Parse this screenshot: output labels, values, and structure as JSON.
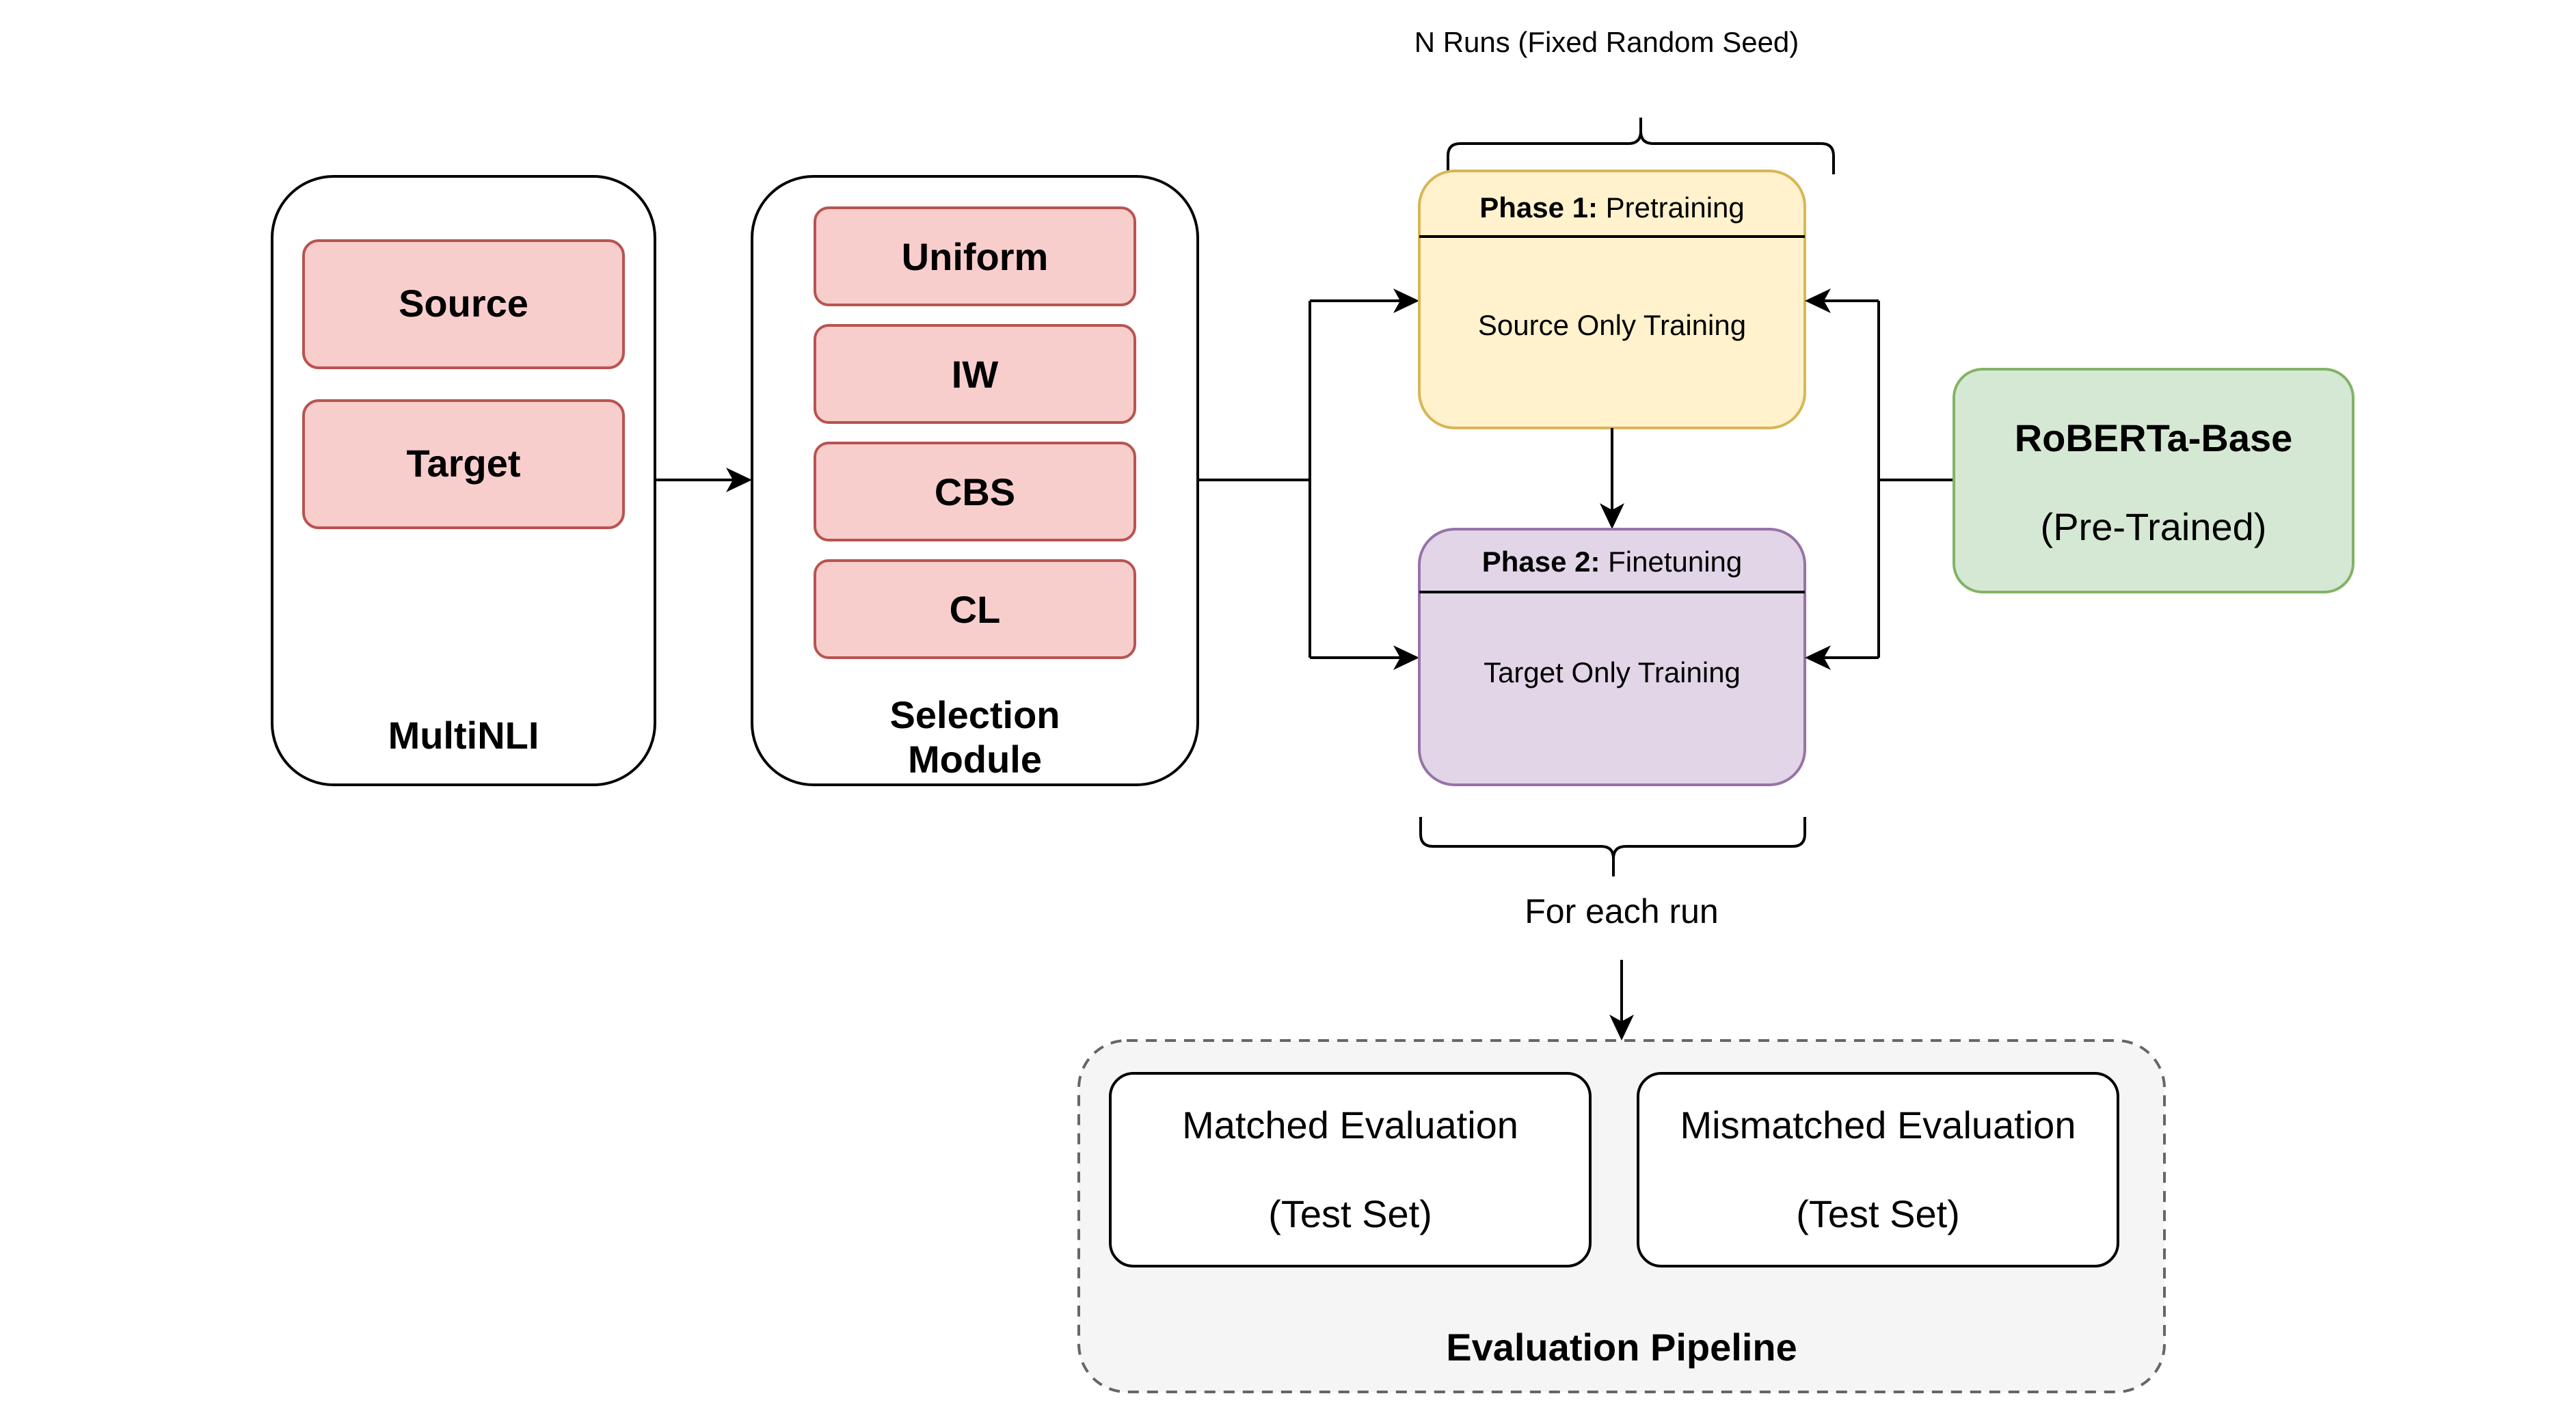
{
  "colors": {
    "red_fill": "#f8cecc",
    "red_stroke": "#b85450",
    "yellow_fill": "#fff2cc",
    "yellow_stroke": "#d6b656",
    "purple_fill": "#e1d5e7",
    "purple_stroke": "#9673a6",
    "green_fill": "#d5e8d4",
    "green_stroke": "#82b366",
    "pipeline_fill": "#f5f5f5",
    "pipeline_stroke": "#666666",
    "line": "#000000"
  },
  "top_brace_label": "N Runs (Fixed Random Seed)",
  "bottom_brace_label": "For each run",
  "multinli": {
    "label": "MultiNLI",
    "items": [
      "Source",
      "Target"
    ]
  },
  "selection_module": {
    "label_line1": "Selection",
    "label_line2": "Module",
    "items": [
      "Uniform",
      "IW",
      "CBS",
      "CL"
    ]
  },
  "phase1": {
    "title_bold": "Phase 1:",
    "title_rest": " Pretraining",
    "body": "Source Only Training"
  },
  "phase2": {
    "title_bold": "Phase 2:",
    "title_rest": " Finetuning",
    "body": "Target Only Training"
  },
  "roberta": {
    "title": "RoBERTa-Base",
    "subtitle": "(Pre-Trained)"
  },
  "evaluation_pipeline": {
    "label": "Evaluation Pipeline",
    "matched": {
      "title": "Matched Evaluation",
      "subtitle": "(Test Set)"
    },
    "mismatched": {
      "title": "Mismatched Evaluation",
      "subtitle": "(Test Set)"
    }
  }
}
